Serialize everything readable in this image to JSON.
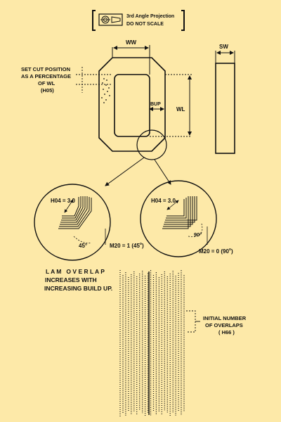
{
  "title_block": {
    "projection": "3rd Angle Projection",
    "scale_note": "DO NOT SCALE"
  },
  "dimensions": {
    "ww": "WW",
    "sw": "SW",
    "wl": "WL",
    "bup": "BUP"
  },
  "notes": {
    "cut_position_1": "SET CUT POSITION",
    "cut_position_2": "AS A PERCENTAGE",
    "cut_position_3": "OF WL",
    "cut_position_4": "(H05)",
    "lam_overlap_1": "L A M   O V E R L A P",
    "lam_overlap_2": "INCREASES WITH",
    "lam_overlap_3": "INCREASING BUILD UP.",
    "initial_1": "INITIAL NUMBER",
    "initial_2": "OF OVERLAPS",
    "initial_3": "( H66 )"
  },
  "detail_left": {
    "h04": "H04 = 3.0",
    "angle": "45°",
    "m20": "M20 = 1 (45",
    "m20_deg": "o",
    "m20_end": ")"
  },
  "detail_right": {
    "h04": "H04 = 3.0",
    "angle": "90°",
    "m20": "M20 = 0 (90",
    "m20_deg": "o",
    "m20_end": ")"
  },
  "colors": {
    "background": "#fde9a8",
    "ink": "#111111"
  }
}
